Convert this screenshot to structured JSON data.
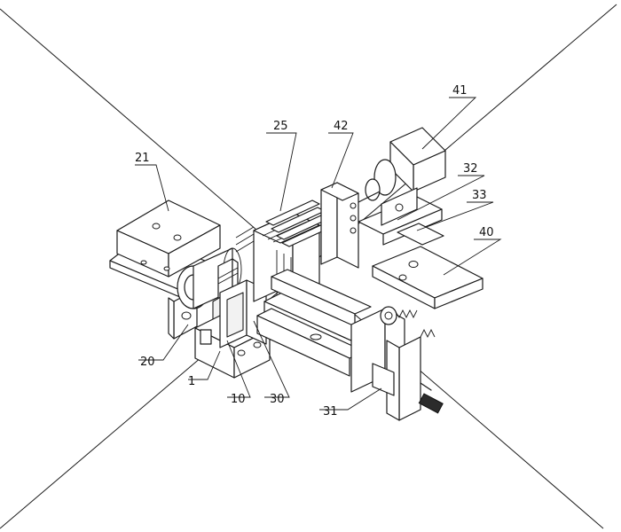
{
  "colors": {
    "ink": "#1a1a1a",
    "paper": "#ffffff"
  },
  "labels": {
    "l1": "1",
    "l10": "10",
    "l20": "20",
    "l21": "21",
    "l25": "25",
    "l30": "30",
    "l31": "31",
    "l32": "32",
    "l33": "33",
    "l40": "40",
    "l41": "41",
    "l42": "42"
  }
}
